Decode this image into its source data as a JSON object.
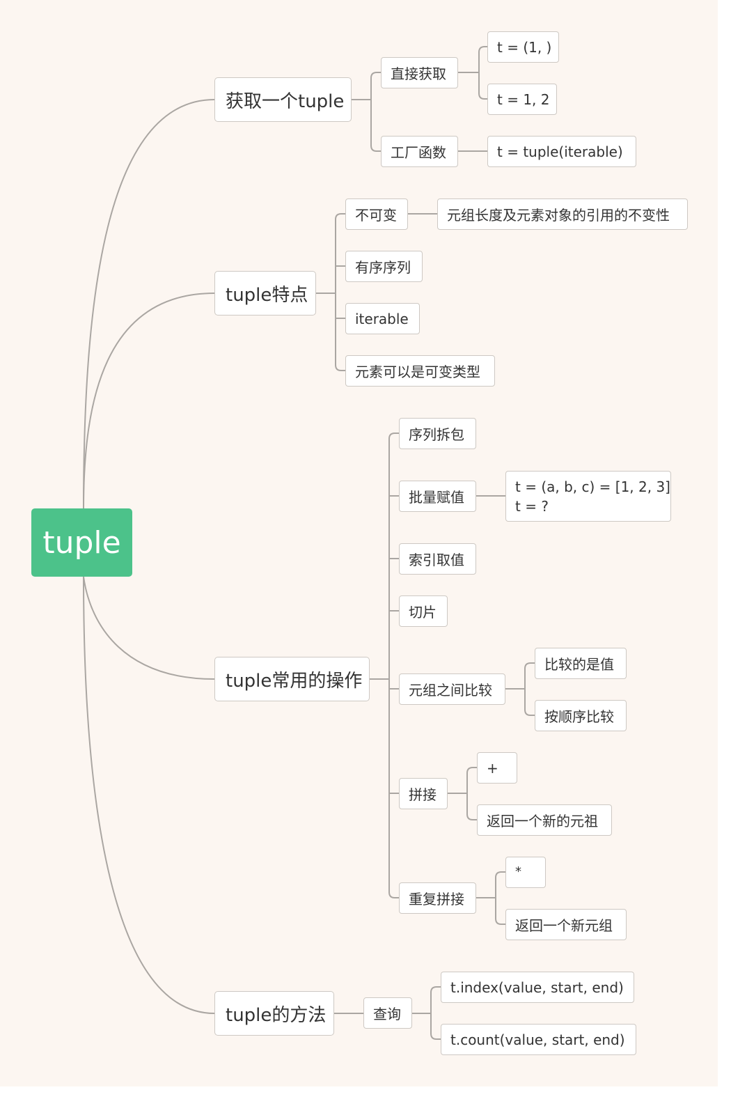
{
  "root": {
    "label": "tuple"
  },
  "branches": {
    "obtain": {
      "label": "获取一个tuple",
      "direct": {
        "label": "直接获取",
        "ex1": "t = (1, )",
        "ex2": "t = 1, 2"
      },
      "factory": {
        "label": "工厂函数",
        "ex": "t = tuple(iterable)"
      }
    },
    "features": {
      "label": "tuple特点",
      "immutable": {
        "label": "不可变",
        "detail": "元组长度及元素对象的引用的不变性"
      },
      "ordered": {
        "label": "有序序列"
      },
      "iterable": {
        "label": "iterable"
      },
      "mutable_elems": {
        "label": "元素可以是可变类型"
      }
    },
    "operations": {
      "label": "tuple常用的操作",
      "unpack": {
        "label": "序列拆包"
      },
      "batch_assign": {
        "label": "批量赋值",
        "line1": "t = (a, b, c) = [1, 2, 3]",
        "line2": "t = ?"
      },
      "index": {
        "label": "索引取值"
      },
      "slice": {
        "label": "切片"
      },
      "compare": {
        "label": "元组之间比较",
        "by_value": "比较的是值",
        "in_order": "按顺序比较"
      },
      "concat": {
        "label": "拼接",
        "op": "+",
        "result": "返回一个新的元祖"
      },
      "repeat": {
        "label": "重复拼接",
        "op": "*",
        "result": "返回一个新元组"
      }
    },
    "methods": {
      "label": "tuple的方法",
      "query": {
        "label": "查询",
        "index": "t.index(value, start, end)",
        "count": "t.count(value, start, end)"
      }
    }
  },
  "colors": {
    "background": "#fcf6f1",
    "root": "#4cc28a",
    "connector": "#aaa6a2",
    "border": "#cdc8c3",
    "text": "#333333"
  }
}
